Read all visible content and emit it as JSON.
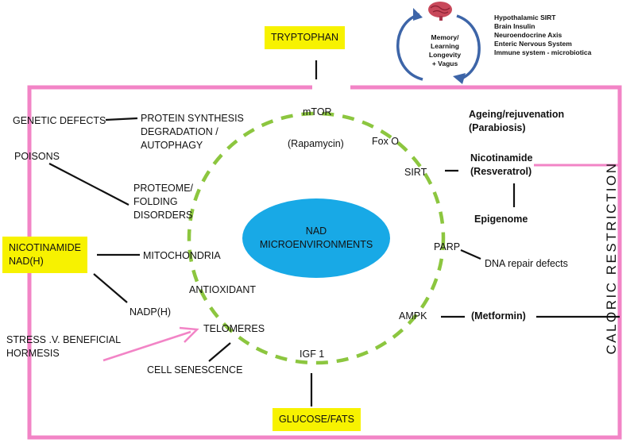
{
  "colors": {
    "frame": "#f284c6",
    "ring": "#8cc63f",
    "center_fill": "#18a9e6",
    "highlight": "#f7f200",
    "cycle_arrow": "#3d65a8",
    "line": "#111111"
  },
  "center": {
    "line1": "NAD",
    "line2": "MICROENVIRONMENTS"
  },
  "inputs": {
    "tryptophan": "TRYPTOPHAN",
    "glucose_fats": "GLUCOSE/FATS",
    "nicotinamide_line1": "NICOTINAMIDE",
    "nicotinamide_line2": "NAD(H)"
  },
  "ring_nodes": {
    "mtor": "mTOR",
    "rapamycin": "(Rapamycin)",
    "foxo": "Fox O",
    "sirt": "SIRT",
    "parp": "PARP",
    "ampk": "AMPK",
    "igf1": "IGF 1",
    "telomeres": "TELOMERES",
    "antioxidant": "ANTIOXIDANT",
    "mitochondria": "MITOCHONDRIA",
    "proteome_1": "PROTEOME/",
    "proteome_2": "FOLDING",
    "proteome_3": "DISORDERS",
    "protein_1": "PROTEIN SYNTHESIS",
    "protein_2": "DEGRADATION /",
    "protein_3": "AUTOPHAGY"
  },
  "left_labels": {
    "genetic_defects": "GENETIC DEFECTS",
    "poisons": "POISONS",
    "nadph": "NADP(H)",
    "stress_1": "STRESS .V. BENEFICIAL",
    "stress_2": "HORMESIS",
    "cell_senescence": "CELL SENESCENCE"
  },
  "right_labels": {
    "ageing_1": "Ageing/rejuvenation",
    "ageing_2": "(Parabiosis)",
    "nicotinamide_1": "Nicotinamide",
    "nicotinamide_2": "(Resveratrol)",
    "epigenome": "Epigenome",
    "dna_repair": "DNA repair defects",
    "metformin": "(Metformin)",
    "caloric_restriction": "CALORIC RESTRICTION"
  },
  "brain_cycle": {
    "icon": "brain-icon",
    "line1": "Memory/",
    "line2": "Learning",
    "line3": "Longevity",
    "line4": "+ Vagus",
    "list": [
      "Hypothalamic SIRT",
      "Brain Insulin",
      "Neuroendocrine Axis",
      "Enteric Nervous System",
      "Immune system - microbiotica"
    ]
  }
}
